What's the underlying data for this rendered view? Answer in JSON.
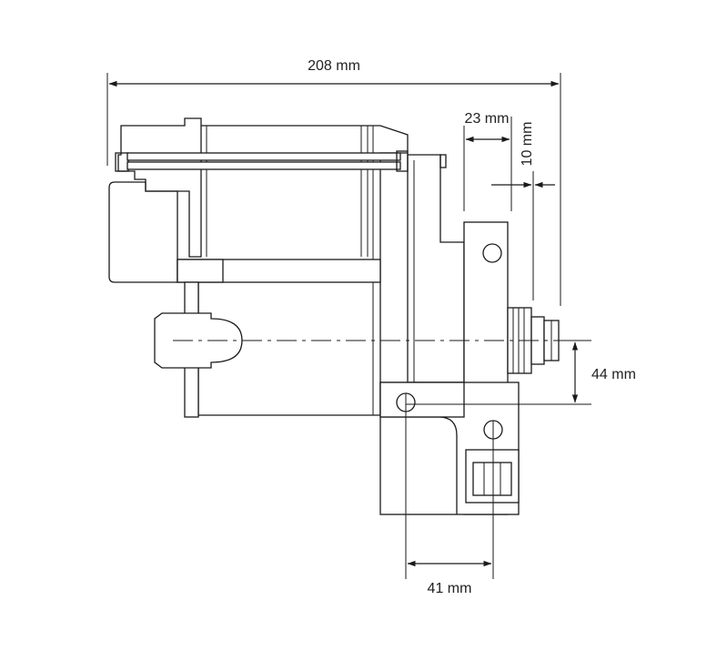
{
  "drawing": {
    "line_color": "#1a1a1a",
    "text_color": "#222222",
    "background": "#ffffff"
  },
  "dimensions": {
    "overall_width": "208 mm",
    "offset_top": "23 mm",
    "offset_small": "10 mm",
    "vertical_offset": "44 mm",
    "hole_spacing": "41 mm"
  }
}
